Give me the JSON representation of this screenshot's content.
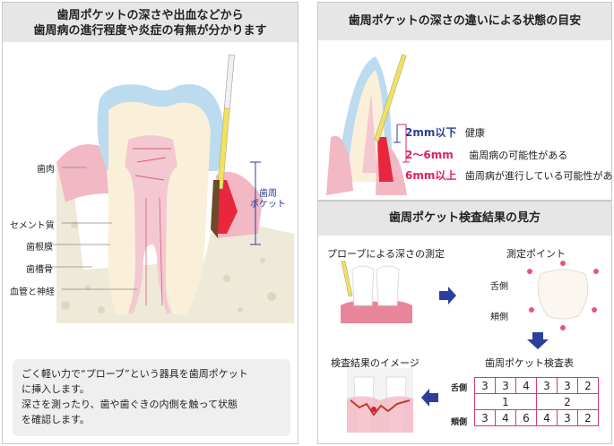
{
  "left_panel": {
    "title_line1": "歯周ポケットの深さや出血などから",
    "title_line2": "歯周病の進行程度や炎症の有無が分かります",
    "labels": {
      "gum": "歯肉",
      "cementum": "セメント質",
      "ligament": "歯根膜",
      "bone": "歯槽骨",
      "nerve": "血管と神経",
      "pocket_line1": "歯周",
      "pocket_line2": "ポケット"
    },
    "note_line1": "ごく軽い力で“プローブ”という器具を歯周ポケット",
    "note_line2": "に挿入します。",
    "note_line3": "深さを測ったり、歯や歯ぐきの内側を触って状態",
    "note_line4": "を確認します。"
  },
  "right_top": {
    "title": "歯周ポケットの深さの違いによる状態の目安",
    "rows": [
      {
        "depth": "2mm以下",
        "status": "健康",
        "color": "#2b3f9a"
      },
      {
        "depth": "2〜6mm",
        "status": "歯周病の可能性がある",
        "color": "#e0205f"
      },
      {
        "depth": "6mm以上",
        "status": "歯周病が進行している可能性がある",
        "color": "#e0205f"
      }
    ]
  },
  "right_bottom": {
    "title": "歯周ポケット検査結果の見方",
    "probe_label": "プローブによる深さの測定",
    "point_label": "測定ポイント",
    "tongue_side": "舌側",
    "cheek_side": "頬側",
    "table_title": "歯周ポケット検査表",
    "image_label": "検査結果のイメージ",
    "table_tongue": "舌側",
    "table_cheek": "頬側",
    "tongue_values": [
      "3",
      "3",
      "4",
      "3",
      "3",
      "2"
    ],
    "bleed_values": [
      "",
      "1",
      "",
      "",
      "2",
      ""
    ],
    "cheek_values": [
      "3",
      "4",
      "6",
      "4",
      "3",
      "2"
    ]
  }
}
